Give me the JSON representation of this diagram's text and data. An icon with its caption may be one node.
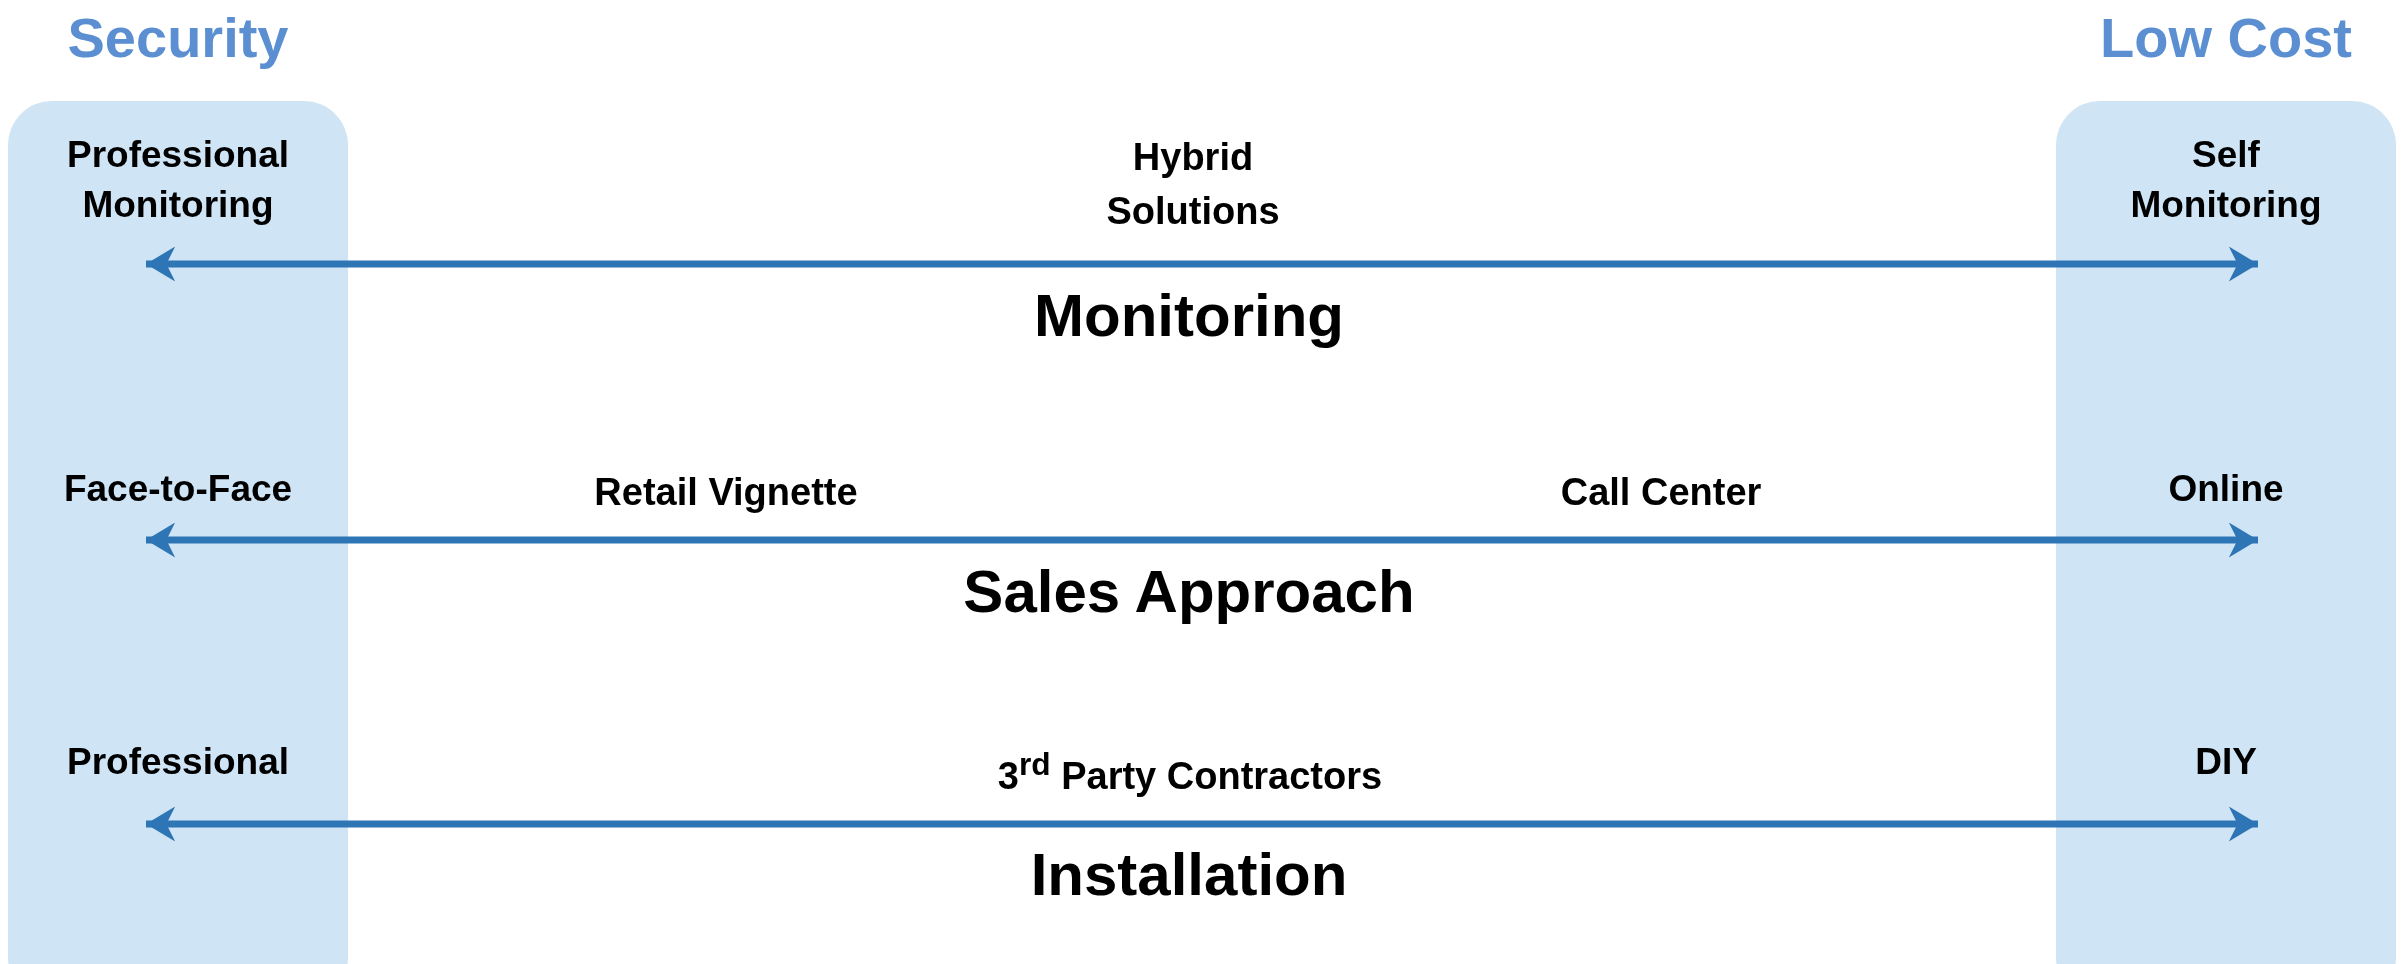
{
  "diagram": {
    "nodes": [
      {
        "text": [
          "Security"
        ]
      },
      {
        "text": [
          "Professional Monitoring"
        ],
        "in": 0
      },
      {
        "text": [
          "Face-to-Face"
        ],
        "in": 0
      },
      {
        "text": [
          "Professional"
        ],
        "in": 0
      },
      {
        "text": [
          "Low Cost"
        ]
      },
      {
        "text": [
          "Self Monitoring"
        ],
        "in": 4
      },
      {
        "text": [
          "Online"
        ],
        "in": 4
      },
      {
        "text": [
          "DIY"
        ],
        "in": 4
      }
    ],
    "edges": [
      {
        "from": 1,
        "to": 5,
        "arrow": "both",
        "label": "Monitoring"
      },
      {
        "from": 2,
        "to": 6,
        "arrow": "both",
        "label": "Sales Approach"
      },
      {
        "from": 3,
        "to": 7,
        "arrow": "both",
        "label": "Installation"
      }
    ],
    "labels": [
      "Hybrid Solutions",
      "Retail Vignette",
      "Call Center",
      "3$^{rd}$ Party Contractors"
    ]
  }
}
